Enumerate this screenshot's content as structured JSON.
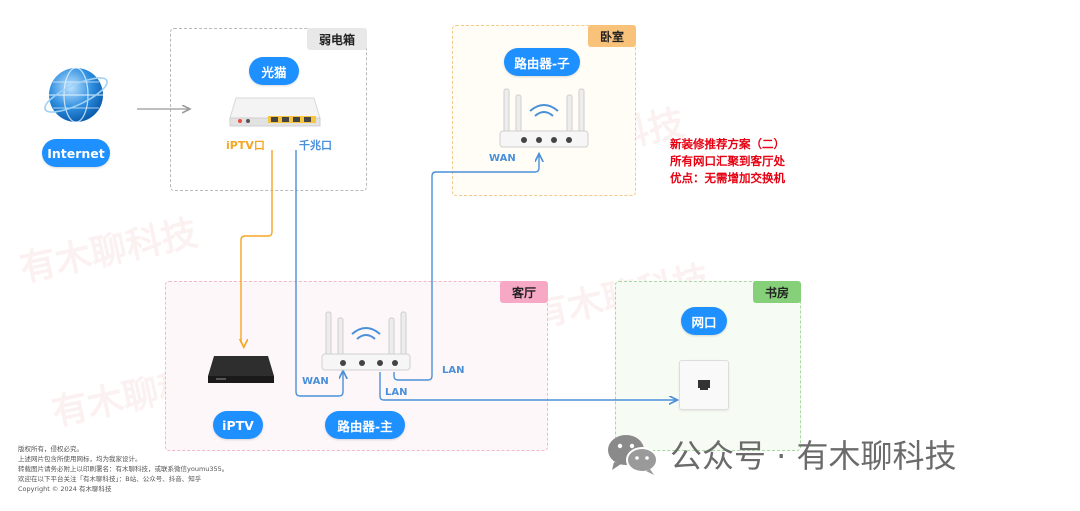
{
  "zones": {
    "weak_box": "弱电箱",
    "bedroom": "卧室",
    "living": "客厅",
    "study": "书房"
  },
  "nodes": {
    "internet": "Internet",
    "optical_modem": "光猫",
    "router_child": "路由器-子",
    "router_main": "路由器-主",
    "iptv": "iPTV",
    "wall_port": "网口"
  },
  "labels": {
    "iptv_port": "iPTV口",
    "gigabit_port": "千兆口",
    "wan_child": "WAN",
    "wan_main": "WAN",
    "lan1": "LAN",
    "lan2": "LAN"
  },
  "note": {
    "line1": "新装修推荐方案（二）",
    "line2": "所有网口汇聚到客厅处",
    "line3": "优点：无需增加交换机"
  },
  "watermark": "有木聊科技",
  "copyright": {
    "l1": "版权所有，侵权必究。",
    "l2": "上述网片包含所使用网标，均为我家设计。",
    "l3": "转载图片请务必附上以印刷署名：有木聊科技，或联系微信youmu355。",
    "l4": "欢迎在以下平台关注「有木聊科技」：B站、公众号、抖音、知乎",
    "l5": "Copyright © 2024 有木聊科技"
  },
  "brand": "公众号 · 有木聊科技",
  "colors": {
    "accent": "#1e90ff",
    "orange_wire": "#f5a623",
    "blue_wire": "#4a90d9",
    "note_red": "#e60012"
  }
}
